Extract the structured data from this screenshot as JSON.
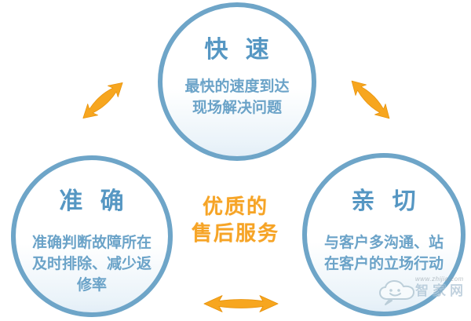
{
  "center": {
    "line1": "优质的",
    "line2": "售后服务"
  },
  "circles": [
    {
      "id": "fast",
      "title": "快 速",
      "desc_lines": [
        "最快的速度到达",
        "现场解决问题"
      ]
    },
    {
      "id": "accurate",
      "title": "准 确",
      "desc_lines": [
        "准确判断故障所在",
        "及时排除、减少返",
        "修率"
      ]
    },
    {
      "id": "friendly",
      "title": "亲 切",
      "desc_lines": [
        "与客户多沟通、站",
        "在客户的立场行动"
      ]
    }
  ],
  "watermark": {
    "english": "www.zhijia.com",
    "chinese": "智家网"
  },
  "icons": {
    "double_arrow": "double-headed-arrow",
    "cloud_logo": "smiling-cloud"
  },
  "colors": {
    "circle_border": "#6ea5c8",
    "title_text": "#5697c3",
    "body_text": "#6ba3c8",
    "center_orange": "#f6a426",
    "arrow_orange": "#f7a61f",
    "background": "#ffffff"
  }
}
